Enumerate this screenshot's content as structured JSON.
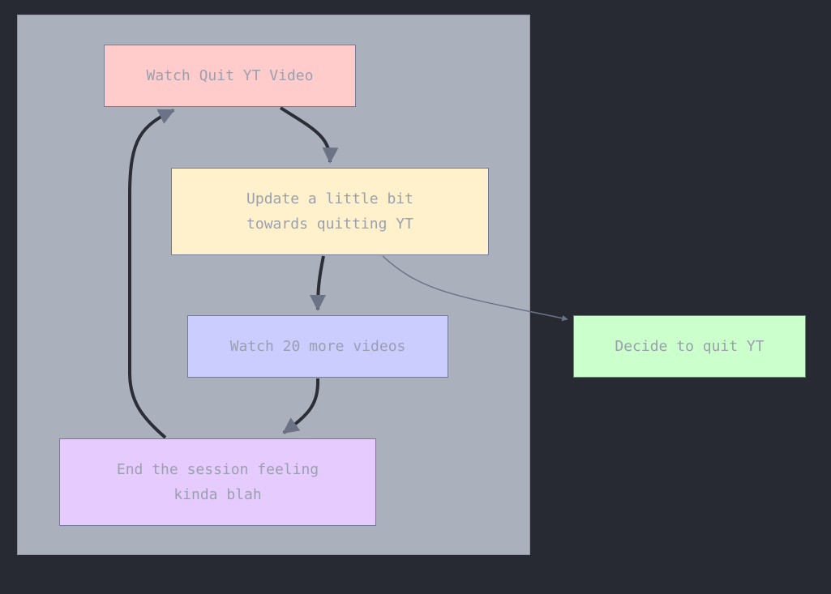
{
  "nodes": {
    "watch_quit": {
      "lines": [
        "Watch Quit YT Video"
      ],
      "color": "#ffcbcb"
    },
    "update": {
      "lines": [
        "Update a little bit",
        "towards quitting YT"
      ],
      "color": "#fff1cc"
    },
    "watch_more": {
      "lines": [
        "Watch 20 more videos"
      ],
      "color": "#cbccff"
    },
    "end_session": {
      "lines": [
        "End the session feeling",
        "kinda blah"
      ],
      "color": "#e6cbff"
    },
    "decide": {
      "lines": [
        "Decide to quit YT"
      ],
      "color": "#cbffcb"
    }
  },
  "colors": {
    "background": "#272a33",
    "cluster": "#aab1bd",
    "edge_thick": "#2b2e36",
    "edge_thin": "#6c7387",
    "text": "#9ba0ae"
  }
}
